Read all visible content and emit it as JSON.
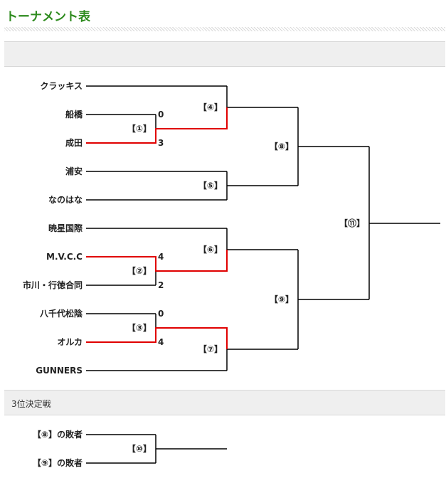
{
  "page": {
    "title": "トーナメント表"
  },
  "third_place": {
    "label": "3位決定戦"
  },
  "teams": [
    {
      "id": "t1",
      "name": "クラッキス"
    },
    {
      "id": "t2",
      "name": "船橋"
    },
    {
      "id": "t3",
      "name": "成田"
    },
    {
      "id": "t4",
      "name": "浦安"
    },
    {
      "id": "t5",
      "name": "なのはな"
    },
    {
      "id": "t6",
      "name": "暁星国際"
    },
    {
      "id": "t7",
      "name": "M.V.C.C"
    },
    {
      "id": "t8",
      "name": "市川・行徳合同"
    },
    {
      "id": "t9",
      "name": "八千代松陰"
    },
    {
      "id": "t10",
      "name": "オルカ"
    },
    {
      "id": "t11",
      "name": "GUNNERS"
    }
  ],
  "matches": [
    {
      "id": "m1",
      "label": "【①】",
      "scores": [
        "0",
        "3"
      ],
      "winner": "bottom"
    },
    {
      "id": "m2",
      "label": "【②】",
      "scores": [
        "4",
        "2"
      ],
      "winner": "top"
    },
    {
      "id": "m3",
      "label": "【③】",
      "scores": [
        "0",
        "4"
      ],
      "winner": "bottom"
    },
    {
      "id": "m4",
      "label": "【④】"
    },
    {
      "id": "m5",
      "label": "【⑤】"
    },
    {
      "id": "m6",
      "label": "【⑥】"
    },
    {
      "id": "m7",
      "label": "【⑦】"
    },
    {
      "id": "m8",
      "label": "【⑧】"
    },
    {
      "id": "m9",
      "label": "【⑨】"
    },
    {
      "id": "m11",
      "label": "【⑪】"
    },
    {
      "id": "m10",
      "label": "【⑩】"
    }
  ],
  "third_place_entries": [
    {
      "name": "【⑧】の敗者"
    },
    {
      "name": "【⑨】の敗者"
    }
  ],
  "colors": {
    "title_green": "#2e8b1e",
    "winner_line": "#e00000",
    "line": "#000000",
    "band": "#efefef"
  }
}
